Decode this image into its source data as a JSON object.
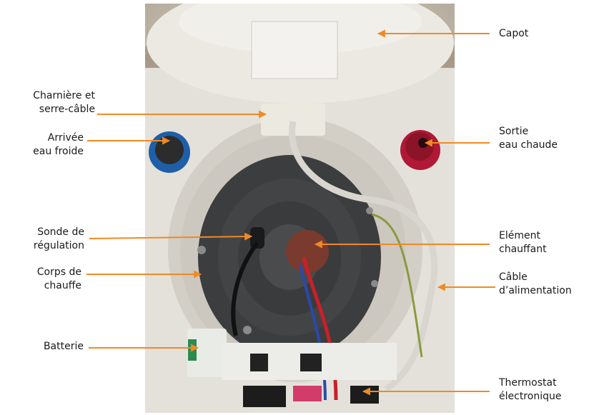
{
  "labels": {
    "capot": {
      "lines": [
        "Capot"
      ]
    },
    "charniere": {
      "lines": [
        "Charnière et",
        "serre-câble"
      ]
    },
    "arrivee": {
      "lines": [
        "Arrivée",
        "eau froide"
      ]
    },
    "sortie": {
      "lines": [
        "Sortie",
        "eau chaude"
      ]
    },
    "sonde": {
      "lines": [
        "Sonde de",
        "régulation"
      ]
    },
    "element": {
      "lines": [
        "Elément",
        "chauffant"
      ]
    },
    "corps": {
      "lines": [
        "Corps de",
        "chauffe"
      ]
    },
    "cable": {
      "lines": [
        "Câble",
        "d’alimentation"
      ]
    },
    "batterie": {
      "lines": [
        "Batterie"
      ]
    },
    "thermostat": {
      "lines": [
        "Thermostat",
        "électronique"
      ]
    }
  },
  "colors": {
    "arrow": "#f08a24",
    "cold_inlet": "#1f5fa8",
    "hot_outlet": "#b01835",
    "text": "#1a1a1a"
  }
}
